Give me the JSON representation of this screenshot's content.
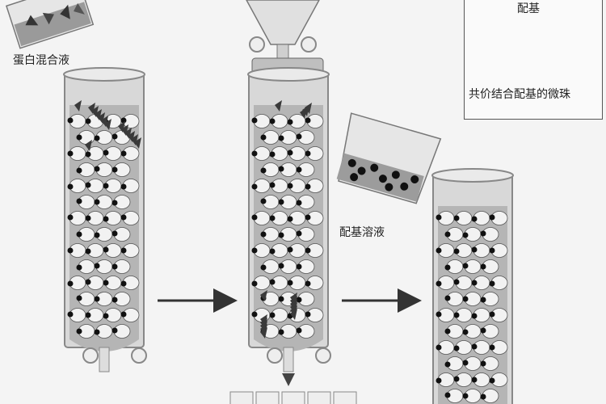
{
  "labels": {
    "protein_mixture": "蛋白混合液",
    "ligand_solution": "配基溶液",
    "legend_ligand": "配基",
    "legend_bead": "共价结合配基的微珠"
  },
  "colors": {
    "glass": "#dcdcdc",
    "liquid": "#b9b9b9",
    "bead": "#f2f2f2",
    "ligand": "#111111",
    "protein": "#3a3a3a",
    "arrow": "#333333"
  }
}
